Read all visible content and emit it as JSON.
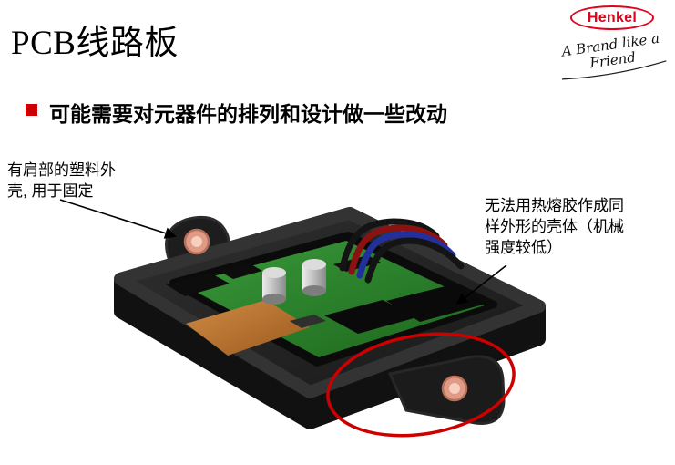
{
  "slide": {
    "title": "PCB线路板",
    "bullet_text": "可能需要对元器件的排列和设计做一些改动"
  },
  "logo": {
    "brand": "Henkel",
    "tagline": "A Brand like a Friend"
  },
  "callouts": {
    "left": "有肩部的塑料外\n壳, 用于固定",
    "right": "无法用热熔胶作成同\n样外形的壳体（机械\n强度较低）"
  },
  "colors": {
    "henkel_red": "#e2001a",
    "accent_red": "#cc0000",
    "pcb_green": "#2e8b2e",
    "copper_orange": "#bf7a30",
    "wire_red": "#8c1111",
    "wire_blue": "#22309c",
    "hole_pink": "#e09a85",
    "enclosure_black": "#1c1c1c"
  }
}
